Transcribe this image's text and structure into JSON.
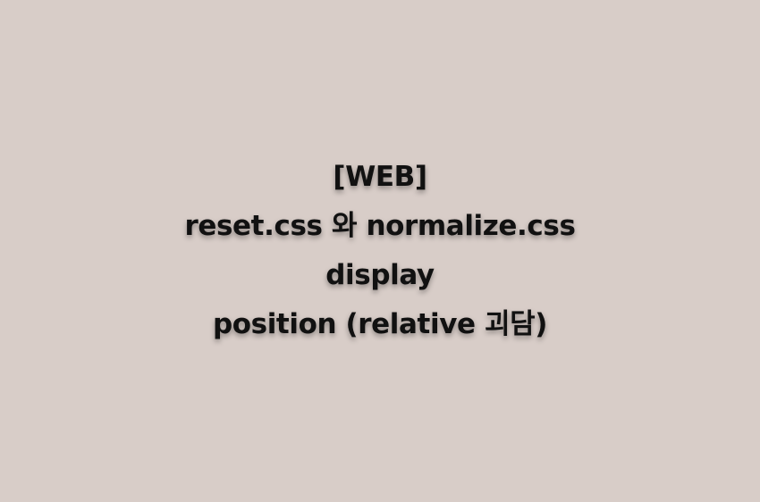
{
  "title_lines": [
    "[WEB]",
    "reset.css 와 normalize.css",
    "display",
    "position (relative 괴담)"
  ],
  "colors": {
    "background": "#d8cdc8",
    "text": "#111111"
  }
}
